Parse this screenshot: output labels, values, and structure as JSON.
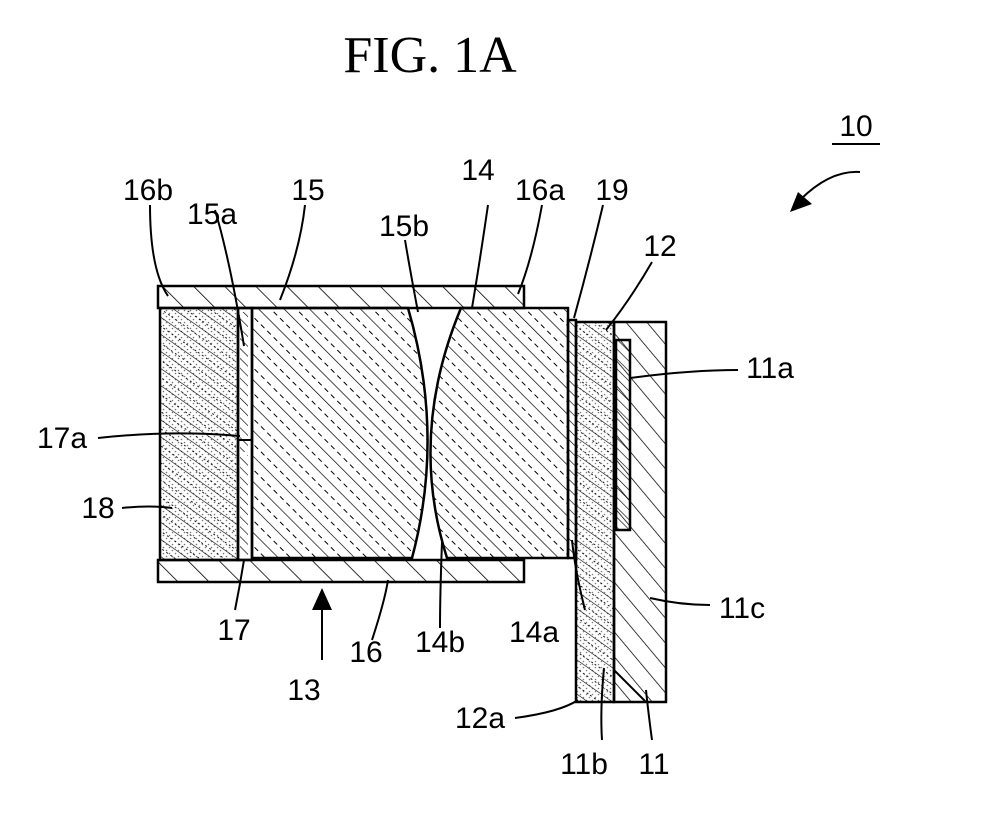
{
  "figure": {
    "title": "FIG. 1A",
    "labels": {
      "l10": "10",
      "l16b": "16b",
      "l15a": "15a",
      "l15": "15",
      "l15b": "15b",
      "l14": "14",
      "l16a": "16a",
      "l19": "19",
      "l12": "12",
      "l11a": "11a",
      "l17a": "17a",
      "l18": "18",
      "l11c": "11c",
      "l17": "17",
      "l16": "16",
      "l14b": "14b",
      "l14a": "14a",
      "l13": "13",
      "l12a": "12a",
      "l11b": "11b",
      "l11": "11"
    }
  }
}
